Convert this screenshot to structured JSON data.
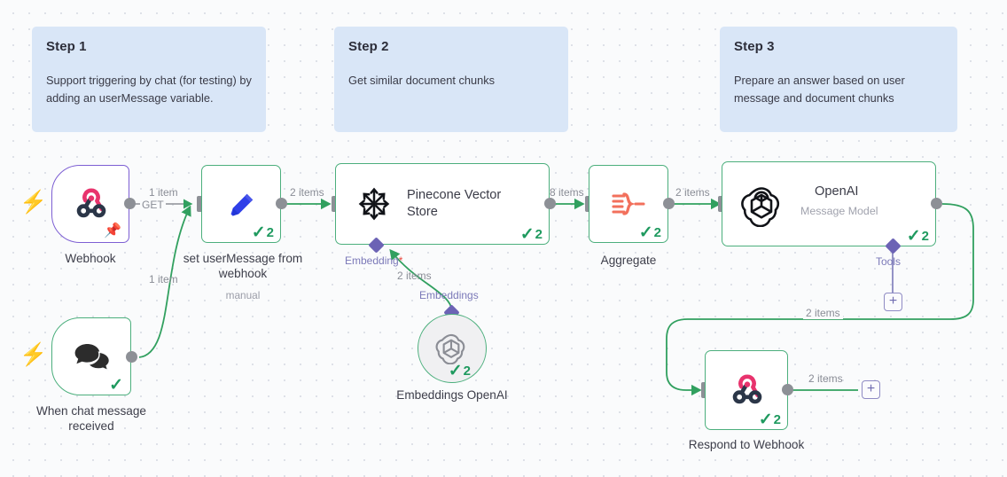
{
  "app": {
    "name": "n8n workflow canvas"
  },
  "notes": [
    {
      "title": "Step 1",
      "body": "Support triggering by chat (for testing) by adding an userMessage variable."
    },
    {
      "title": "Step 2",
      "body": "Get similar document chunks"
    },
    {
      "title": "Step 3",
      "body": "Prepare an answer based on user message and document chunks"
    }
  ],
  "nodes": {
    "webhook": {
      "label": "Webhook",
      "icon": "webhook-icon",
      "status": "",
      "pinned": true,
      "trigger": true,
      "border_color": "#7d5fd3"
    },
    "set_user_message": {
      "label": "set userMessage from webhook",
      "sub": "manual",
      "icon": "pencil-icon",
      "status": "2",
      "border_color": "#4caf7d"
    },
    "pinecone": {
      "title": "Pinecone Vector Store",
      "icon": "pinecone-icon",
      "status": "2",
      "border_color": "#4caf7d"
    },
    "aggregate": {
      "label": "Aggregate",
      "icon": "aggregate-icon",
      "status": "2",
      "border_color": "#4caf7d"
    },
    "openai": {
      "title": "OpenAI",
      "subtitle": "Message Model",
      "icon": "openai-icon",
      "status": "2",
      "border_color": "#4caf7d"
    },
    "chat_trigger": {
      "label": "When chat message received",
      "icon": "chat-bubbles-icon",
      "status": "",
      "trigger": true,
      "border_color": "#4caf7d"
    },
    "embeddings_openai": {
      "label": "Embeddings OpenAI",
      "icon": "openai-icon",
      "status": "2",
      "border_color": "#4caf7d"
    },
    "respond_webhook": {
      "label": "Respond to Webhook",
      "icon": "webhook-icon",
      "status": "2",
      "border_color": "#4caf7d"
    }
  },
  "connections": [
    {
      "id": "webhook-to-set",
      "label": "1 item",
      "sublabel": "GET"
    },
    {
      "id": "chat-to-set",
      "label": "1 item"
    },
    {
      "id": "set-to-pinecone",
      "label": "2 items"
    },
    {
      "id": "pinecone-to-aggregate",
      "label": "8 items"
    },
    {
      "id": "aggregate-to-openai",
      "label": "2 items"
    },
    {
      "id": "openai-to-respond",
      "label": "2 items"
    },
    {
      "id": "respond-out",
      "label": "2 items"
    },
    {
      "id": "embeddings-to-pinecone",
      "label": "2 items"
    }
  ],
  "ports": {
    "embedding_required": "Embedding",
    "embedding_required_mark": "*",
    "embeddings_port": "Embeddings",
    "tools_port": "Tools"
  },
  "buttons": {
    "add_tool": "+",
    "add_next": "+"
  },
  "colors": {
    "note_bg": "#d9e6f7",
    "node_border_green": "#4caf7d",
    "node_border_purple": "#7d5fd3",
    "wire": "#31a05f",
    "wire_gray": "#8d9096",
    "accent_purple": "#6c63b5",
    "trigger_bolt": "#f4705a",
    "check_green": "#1f9a5f"
  }
}
